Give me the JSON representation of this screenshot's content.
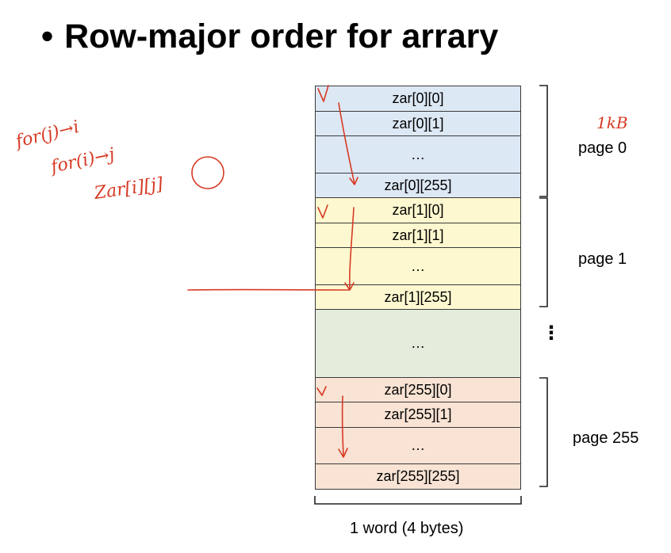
{
  "title": {
    "bullet": "•",
    "text": "Row-major order for arrary"
  },
  "memory": {
    "page0": [
      "zar[0][0]",
      "zar[0][1]",
      "…",
      "zar[0][255]"
    ],
    "page1": [
      "zar[1][0]",
      "zar[1][1]",
      "…",
      "zar[1][255]"
    ],
    "middle": "…",
    "page255": [
      "zar[255][0]",
      "zar[255][1]",
      "…",
      "zar[255][255]"
    ]
  },
  "labels": {
    "page0": "page 0",
    "page1": "page 1",
    "page255": "page 255",
    "vdots": "⋮",
    "width": "1 word (4 bytes)"
  },
  "handwritten": {
    "line1": "for(j)→i",
    "line2": "for(i)→j",
    "line3": "Zar[i][j]",
    "size_note": "1kB"
  },
  "colors": {
    "page0": "#dde8f5",
    "page1": "#fdf8cf",
    "middle": "#e4ecdc",
    "page255": "#f8e3d4",
    "ink": "#d63a24"
  }
}
